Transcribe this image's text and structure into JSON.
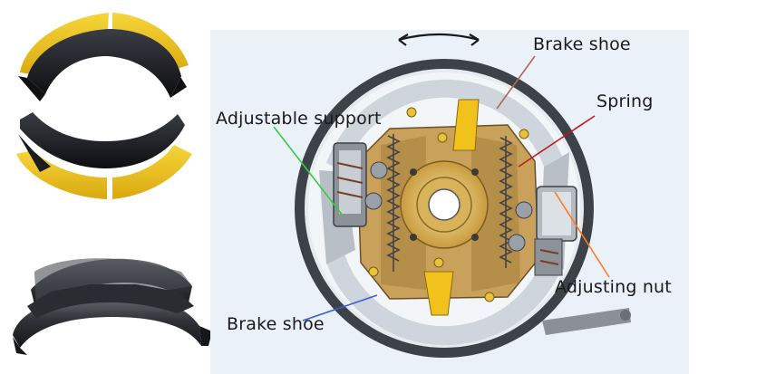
{
  "labels": {
    "brake_shoe_top": "Brake shoe",
    "spring": "Spring",
    "adjustable_support": "Adjustable support",
    "adjusting_nut": "Adjusting nut",
    "brake_shoe_bottom": "Brake shoe"
  },
  "colors": {
    "panel_bg": "#ebf1f8",
    "drum_dark": "#3d4249",
    "shoe_lining": "#f1c21b",
    "backing_plate": "#c9a15a",
    "hub_gold": "#e2c268",
    "leader_brown": "#b06a52",
    "leader_red": "#c21818",
    "leader_green": "#33cc44",
    "leader_orange": "#ff7a1a",
    "leader_blue": "#3a5dd6"
  },
  "icons": {
    "rotation_arrow": "double-headed-curved-arrow"
  }
}
